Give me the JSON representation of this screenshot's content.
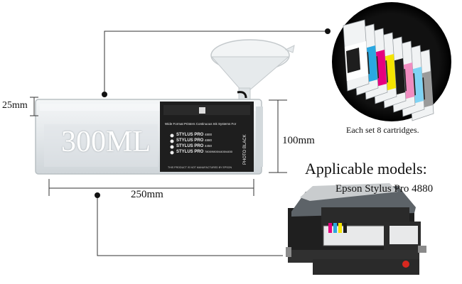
{
  "cartridge": {
    "capacity_label": "300ML",
    "label_header": "Wide Format Printers Continuous Ink Systems For",
    "models": [
      {
        "name": "STYLUS PRO",
        "number": "4800"
      },
      {
        "name": "STYLUS PRO",
        "number": "4880"
      },
      {
        "name": "STYLUS PRO",
        "number": "4450"
      },
      {
        "name": "STYLUS PRO",
        "number": "7800/9800/4400/4450"
      }
    ],
    "color_name": "PHOTO BLACK",
    "footer": "THIS PRODUCT IS NOT MANUFACTURED BY EPSON"
  },
  "dimensions": {
    "thickness": "25mm",
    "height": "100mm",
    "length": "250mm"
  },
  "set_caption": "Each set 8 cartridges.",
  "applicable": {
    "heading": "Applicable models:",
    "model": "Epson Stylus Pro 4880"
  },
  "colors": {
    "cartridges": [
      "#ffffff",
      "#2aa7e0",
      "#e6007e",
      "#f5e400",
      "#1a1a1a",
      "#f08cc0",
      "#7fd3f4",
      "#9a9a9a"
    ],
    "label_bg": "#1e1e1e"
  }
}
